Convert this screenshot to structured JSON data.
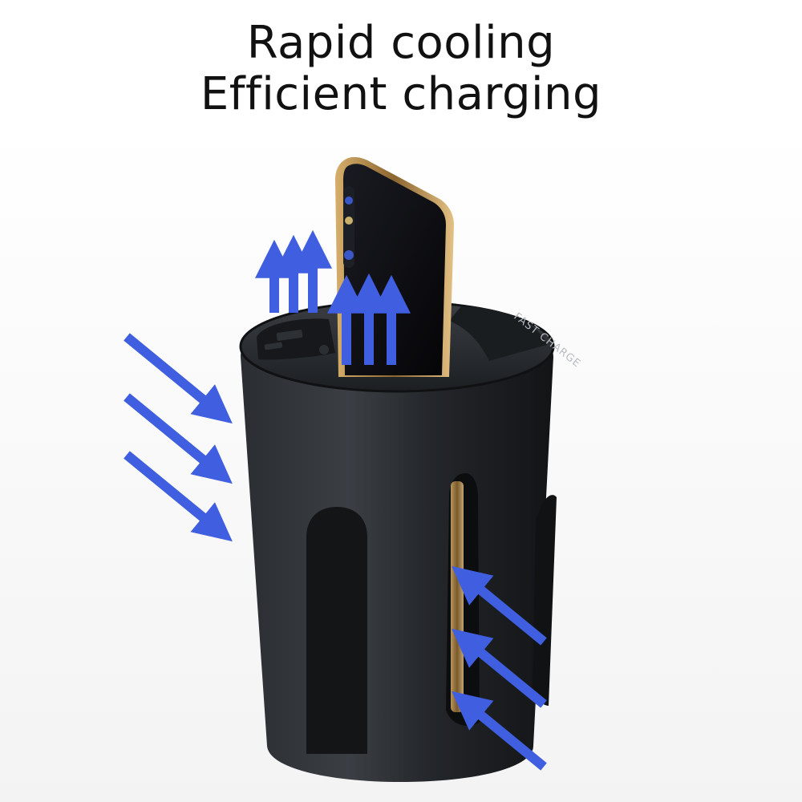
{
  "headline": {
    "line1": "Rapid cooling",
    "line2": "Efficient charging"
  },
  "product": {
    "label_text": "FAST CHARGE"
  },
  "colors": {
    "arrow": "#3f5fe0",
    "body": "#1e2124",
    "phone_frame": "#b78a47",
    "phone_screen": "#0b0c10"
  },
  "icons": {
    "airflow": "arrow-icon"
  }
}
